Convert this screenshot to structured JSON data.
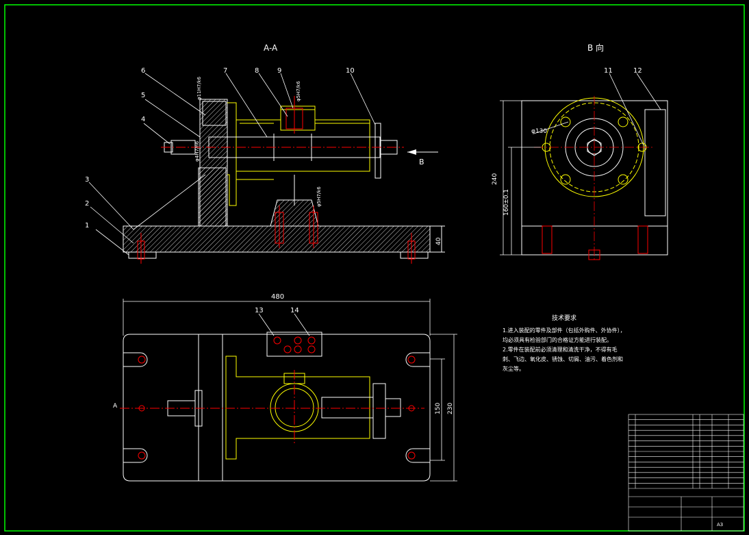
{
  "drawing": {
    "colors": {
      "background": "#000000",
      "frame": "#00ff00",
      "line": "#ffffff",
      "center": "#ff0000",
      "part": "#ffff00"
    },
    "views": {
      "section_aa": "A-A",
      "view_b": "B 向",
      "arrow_b": "B",
      "section_mark_a": "A"
    },
    "balloons": [
      "1",
      "2",
      "3",
      "4",
      "5",
      "6",
      "7",
      "8",
      "9",
      "10",
      "11",
      "12",
      "13",
      "14"
    ],
    "dimensions": {
      "overall_length": "480",
      "overall_width": "230",
      "hole_spacing": "150",
      "height_240": "240",
      "base_height": "40",
      "center_height": "160±0.1",
      "bolt_circle": "φ130",
      "fit_6": "φ11H7/k6",
      "fit_5": "φ4H7/n6",
      "fit_9": "φ5H7/k6",
      "fit_pin": "φ5H7/k6"
    },
    "tech_requirements": {
      "title": "技术要求",
      "lines": [
        "1.进入装配的零件及部件（包括外购件、外协件），均必须具有检验部门的合格证方能进行装配。",
        "2.零件在装配前必须清理和清洗干净，不得有毛刺、飞边、氧化皮、锈蚀、切屑、油污、着色剂和灰尘等。"
      ]
    },
    "title_block": {
      "rows": 14,
      "scale_label": "A3"
    }
  }
}
